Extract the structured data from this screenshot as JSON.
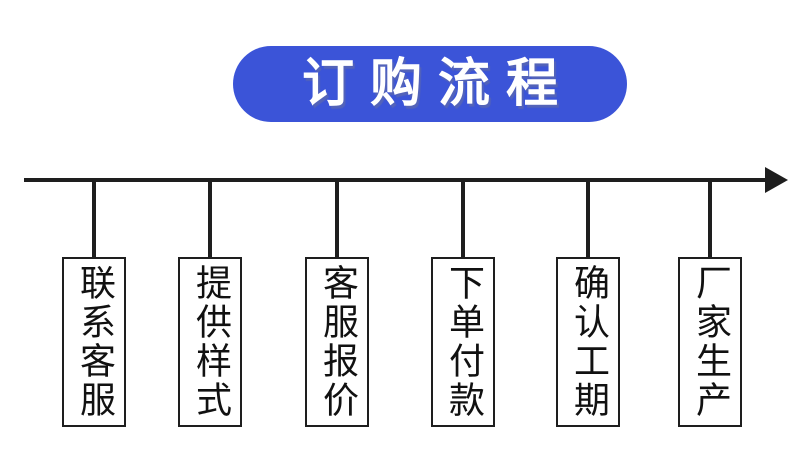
{
  "title": {
    "label": "订购流程"
  },
  "steps": [
    {
      "label": "联系客服"
    },
    {
      "label": "提供样式"
    },
    {
      "label": "客服报价"
    },
    {
      "label": "下单付款"
    },
    {
      "label": "确认工期"
    },
    {
      "label": "厂家生产"
    }
  ],
  "colors": {
    "accent_blue": "#3b54d8",
    "line_black": "#1e1e1e",
    "box_background": "#ffffff",
    "title_text": "#ffffff",
    "step_text": "#111111"
  }
}
